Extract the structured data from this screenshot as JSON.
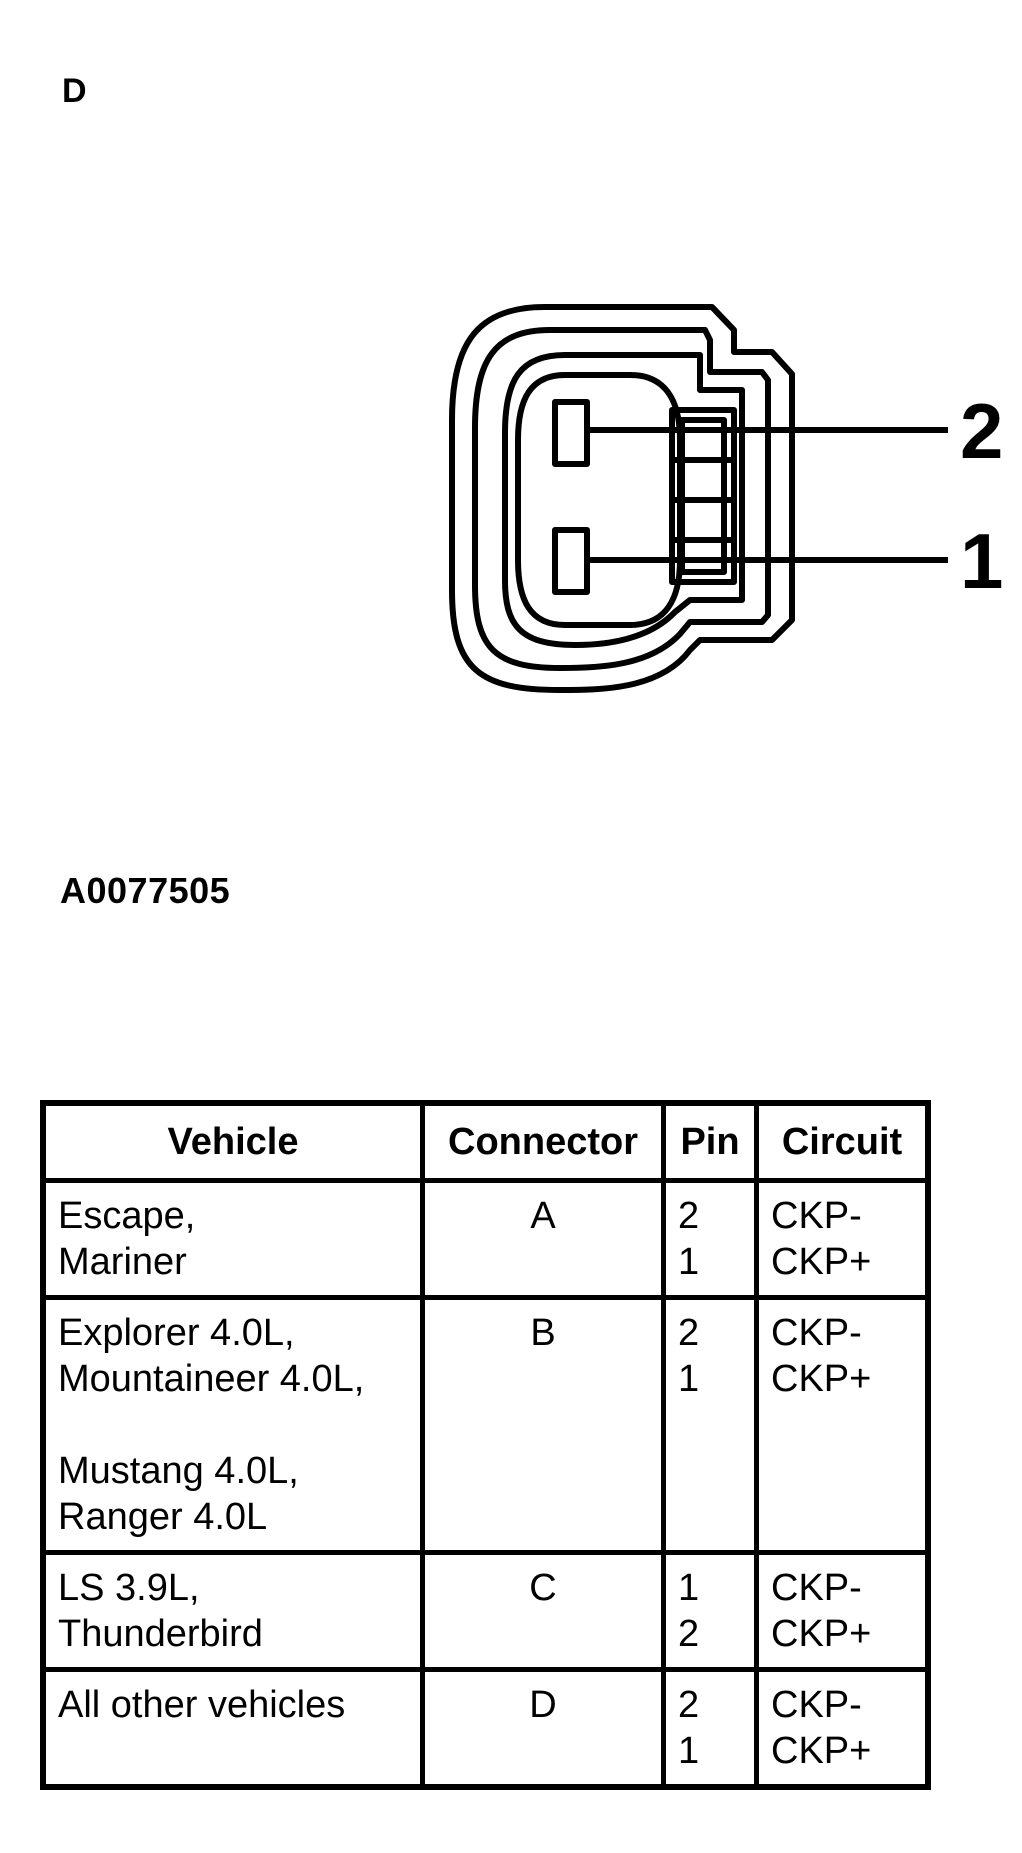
{
  "view_label": "D",
  "pin_callouts": [
    "2",
    "1"
  ],
  "figure_id": "A0077505",
  "table": {
    "headers": {
      "vehicle": "Vehicle",
      "connector": "Connector",
      "pin": "Pin",
      "circuit": "Circuit"
    },
    "rows": [
      {
        "vehicle": [
          "Escape,",
          "Mariner"
        ],
        "connector": "A",
        "pins": [
          "2",
          "1"
        ],
        "circuits": [
          "CKP-",
          "CKP+"
        ]
      },
      {
        "vehicle": [
          "Explorer 4.0L,",
          "Mountaineer 4.0L,",
          "Mustang 4.0L,",
          "Ranger 4.0L"
        ],
        "connector": "B",
        "pins": [
          "2",
          "1"
        ],
        "circuits": [
          "CKP-",
          "CKP+"
        ]
      },
      {
        "vehicle": [
          "LS 3.9L,",
          "Thunderbird"
        ],
        "connector": "C",
        "pins": [
          "1",
          "2"
        ],
        "circuits": [
          "CKP-",
          "CKP+"
        ]
      },
      {
        "vehicle": [
          "All other vehicles"
        ],
        "connector": "D",
        "pins": [
          "2",
          "1"
        ],
        "circuits": [
          "CKP-",
          "CKP+"
        ]
      }
    ]
  }
}
